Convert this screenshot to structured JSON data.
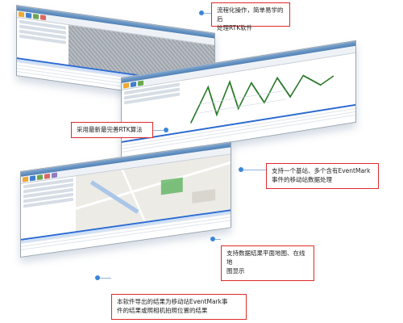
{
  "callouts": [
    {
      "id": "workflow",
      "lines": [
        "流程化操作，简单易学的后",
        "处理RTK软件"
      ]
    },
    {
      "id": "algorithm",
      "lines": [
        "采用最新最完善RTK算法"
      ]
    },
    {
      "id": "multi-base",
      "lines": [
        "支持一个基站、多个含有EventMark",
        "事件的移动站数据处理"
      ]
    },
    {
      "id": "map",
      "lines": [
        "支持数据结果平面地图、在线地",
        "图显示"
      ]
    },
    {
      "id": "export",
      "lines": [
        "本软件导出的结果为移动站EventMark事",
        "件的结果或照相机拍照位置的结果"
      ]
    }
  ],
  "colors": {
    "callout_border": "#e02a2a",
    "accent_blue": "#2d6bd0",
    "dot": "#3a86d6"
  }
}
